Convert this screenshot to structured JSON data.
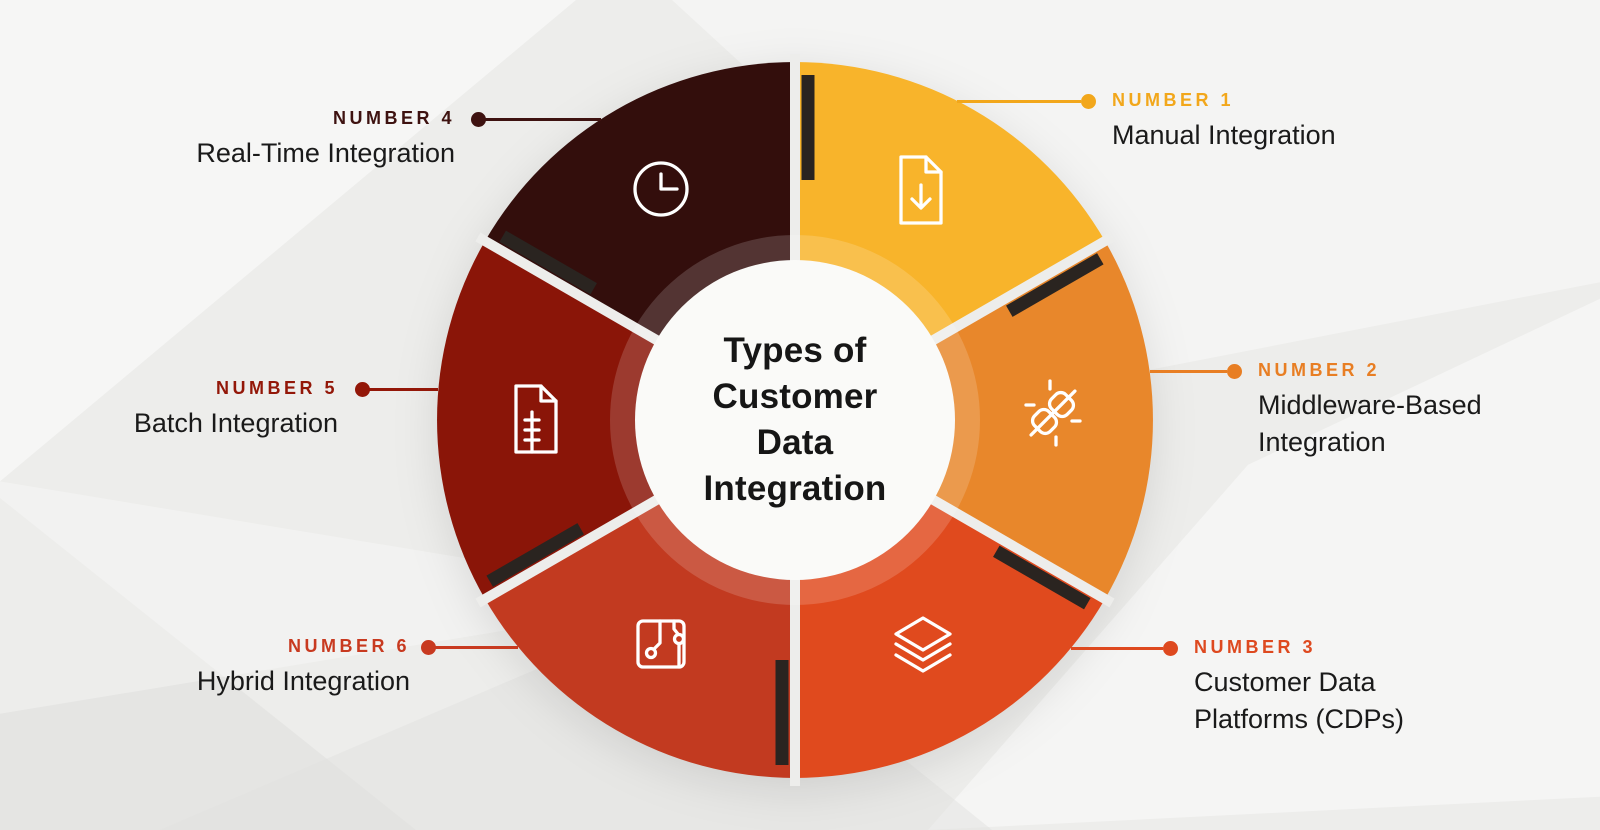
{
  "title": {
    "lines": [
      "Types of",
      "Customer",
      "Data",
      "Integration"
    ]
  },
  "colors": {
    "background": "#EDEDEB",
    "separator": "#2A2420",
    "center_circle": "#FAFAF8",
    "title_text": "#161616",
    "label_text": "#1A1A1A",
    "icon_stroke": "#FFFFFF"
  },
  "segments": [
    {
      "number_label": "NUMBER 1",
      "name_line1": "Manual Integration",
      "name_line2": "",
      "color": "#F8B42B",
      "accent": "#F2A71B",
      "icon": "file-download-icon"
    },
    {
      "number_label": "NUMBER 2",
      "name_line1": "Middleware-Based",
      "name_line2": "Integration",
      "color": "#E8872B",
      "accent": "#E87E23",
      "icon": "connector-icon"
    },
    {
      "number_label": "NUMBER 3",
      "name_line1": "Customer Data",
      "name_line2": "Platforms (CDPs)",
      "color": "#E04A1E",
      "accent": "#DE491F",
      "icon": "layers-icon"
    },
    {
      "number_label": "NUMBER 4",
      "name_line1": "Real-Time Integration",
      "name_line2": "",
      "color": "#330E0C",
      "accent": "#3E1210",
      "icon": "clock-icon"
    },
    {
      "number_label": "NUMBER 5",
      "name_line1": "Batch Integration",
      "name_line2": "",
      "color": "#8A1508",
      "accent": "#931708",
      "icon": "zip-document-icon"
    },
    {
      "number_label": "NUMBER 6",
      "name_line1": "Hybrid Integration",
      "name_line2": "",
      "color": "#C23A20",
      "accent": "#C83A20",
      "icon": "circuit-icon"
    }
  ]
}
